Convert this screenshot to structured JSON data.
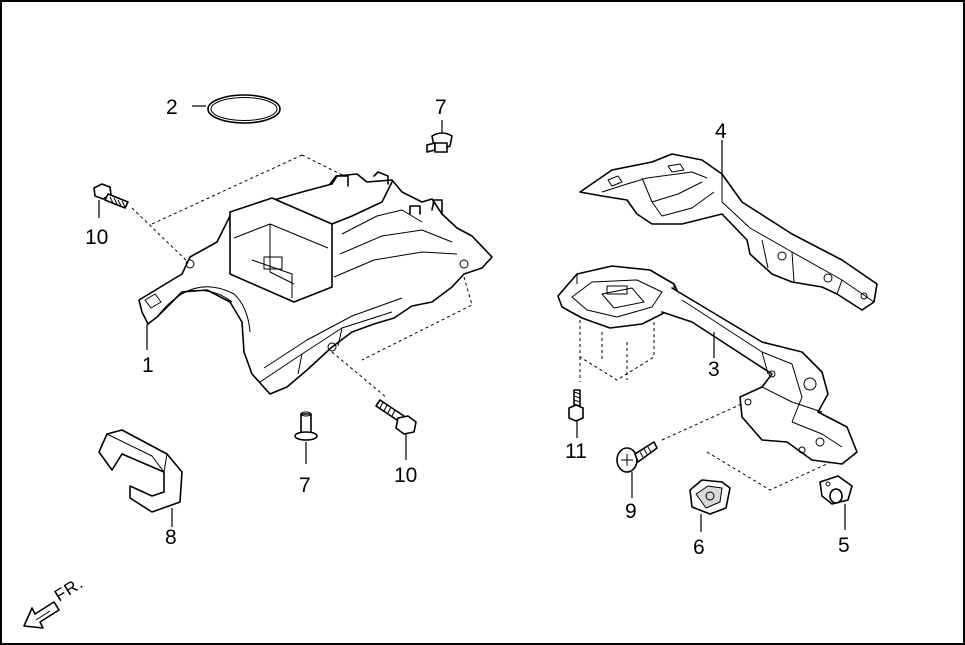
{
  "diagram": {
    "callouts": [
      {
        "id": "c1",
        "label": "1"
      },
      {
        "id": "c2",
        "label": "2"
      },
      {
        "id": "c3",
        "label": "3"
      },
      {
        "id": "c4",
        "label": "4"
      },
      {
        "id": "c5",
        "label": "5"
      },
      {
        "id": "c6",
        "label": "6"
      },
      {
        "id": "c7a",
        "label": "7"
      },
      {
        "id": "c7b",
        "label": "7"
      },
      {
        "id": "c8",
        "label": "8"
      },
      {
        "id": "c9",
        "label": "9"
      },
      {
        "id": "c10a",
        "label": "10"
      },
      {
        "id": "c10b",
        "label": "10"
      },
      {
        "id": "c11",
        "label": "11"
      }
    ],
    "direction_label": "FR."
  }
}
